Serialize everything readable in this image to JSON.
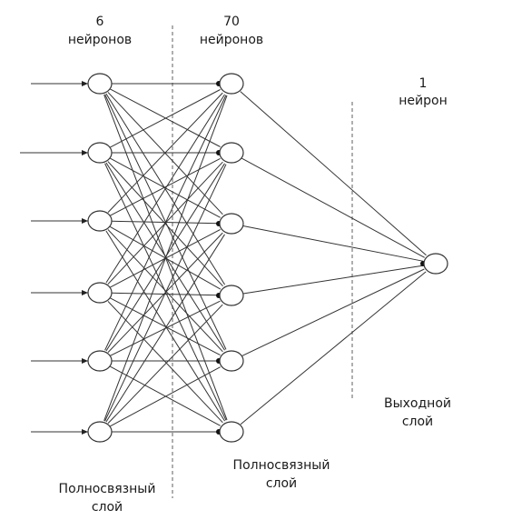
{
  "labels": {
    "input_count": "6",
    "input_unit": "нейронов",
    "hidden_count": "70",
    "hidden_unit": "нейронов",
    "output_count": "1",
    "output_unit": "нейрон",
    "dense1_line1": "Полносвязный",
    "dense1_line2": "слой",
    "dense2_line1": "Полносвязный",
    "dense2_line2": "слой",
    "output_line1": "Выходной",
    "output_line2": "слой"
  },
  "diagram": {
    "input_nodes": 6,
    "hidden_nodes_drawn": 6,
    "output_nodes": 1,
    "colors": {
      "stroke": "#333333",
      "divider": "#7a7a7a",
      "node_fill": "#ffffff"
    }
  }
}
